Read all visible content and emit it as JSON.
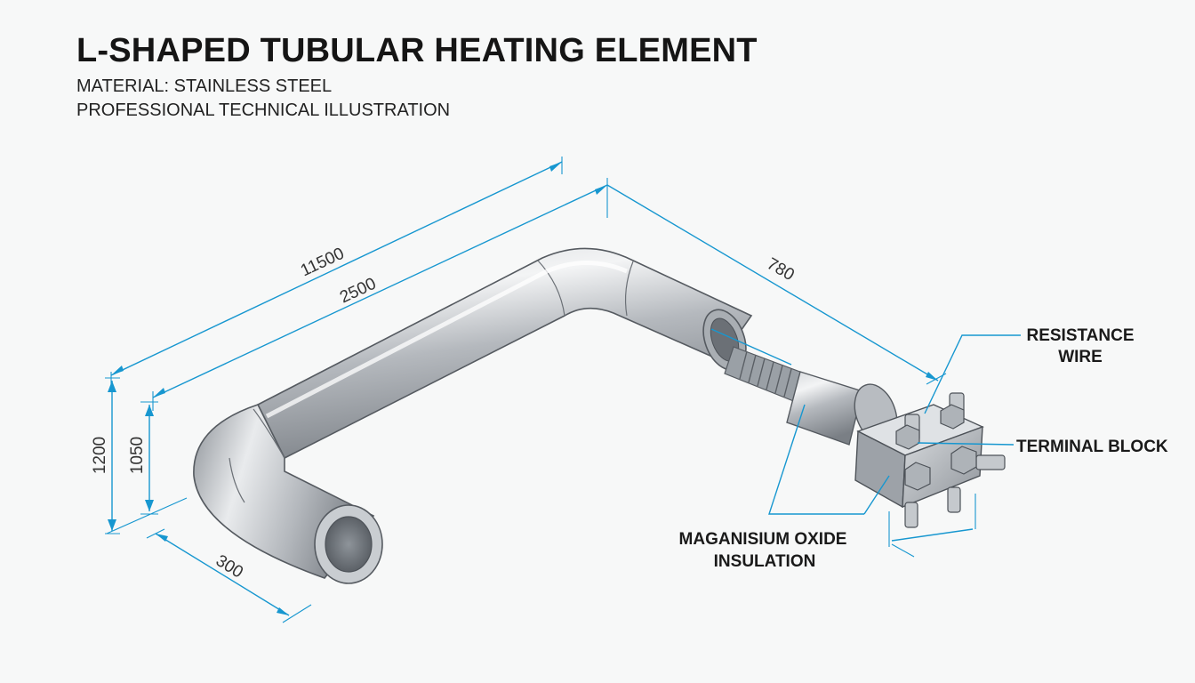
{
  "header": {
    "title": "L-SHAPED TUBULAR HEATING ELEMENT",
    "material": "MATERIAL: STAINLESS STEEL",
    "subtitle": "PROFESSIONAL TECHNICAL ILLUSTRATION"
  },
  "dimensions": {
    "overall_length": "11500",
    "tube_length": "2500",
    "right_leg": "780",
    "height_outer": "1200",
    "height_inner": "1050",
    "bottom_leg": "300"
  },
  "callouts": {
    "resistance_wire_line1": "RESISTANCE",
    "resistance_wire_line2": "WIRE",
    "terminal_block": "TERMINAL BLOCK",
    "insulation_line1": "MAGANISIUM OXIDE",
    "insulation_line2": "INSULATION"
  },
  "colors": {
    "dimension_lines": "#1797d0",
    "steel_mid": "#b9bdc2",
    "steel_light": "#eef0f2",
    "steel_dark": "#6c7177"
  }
}
